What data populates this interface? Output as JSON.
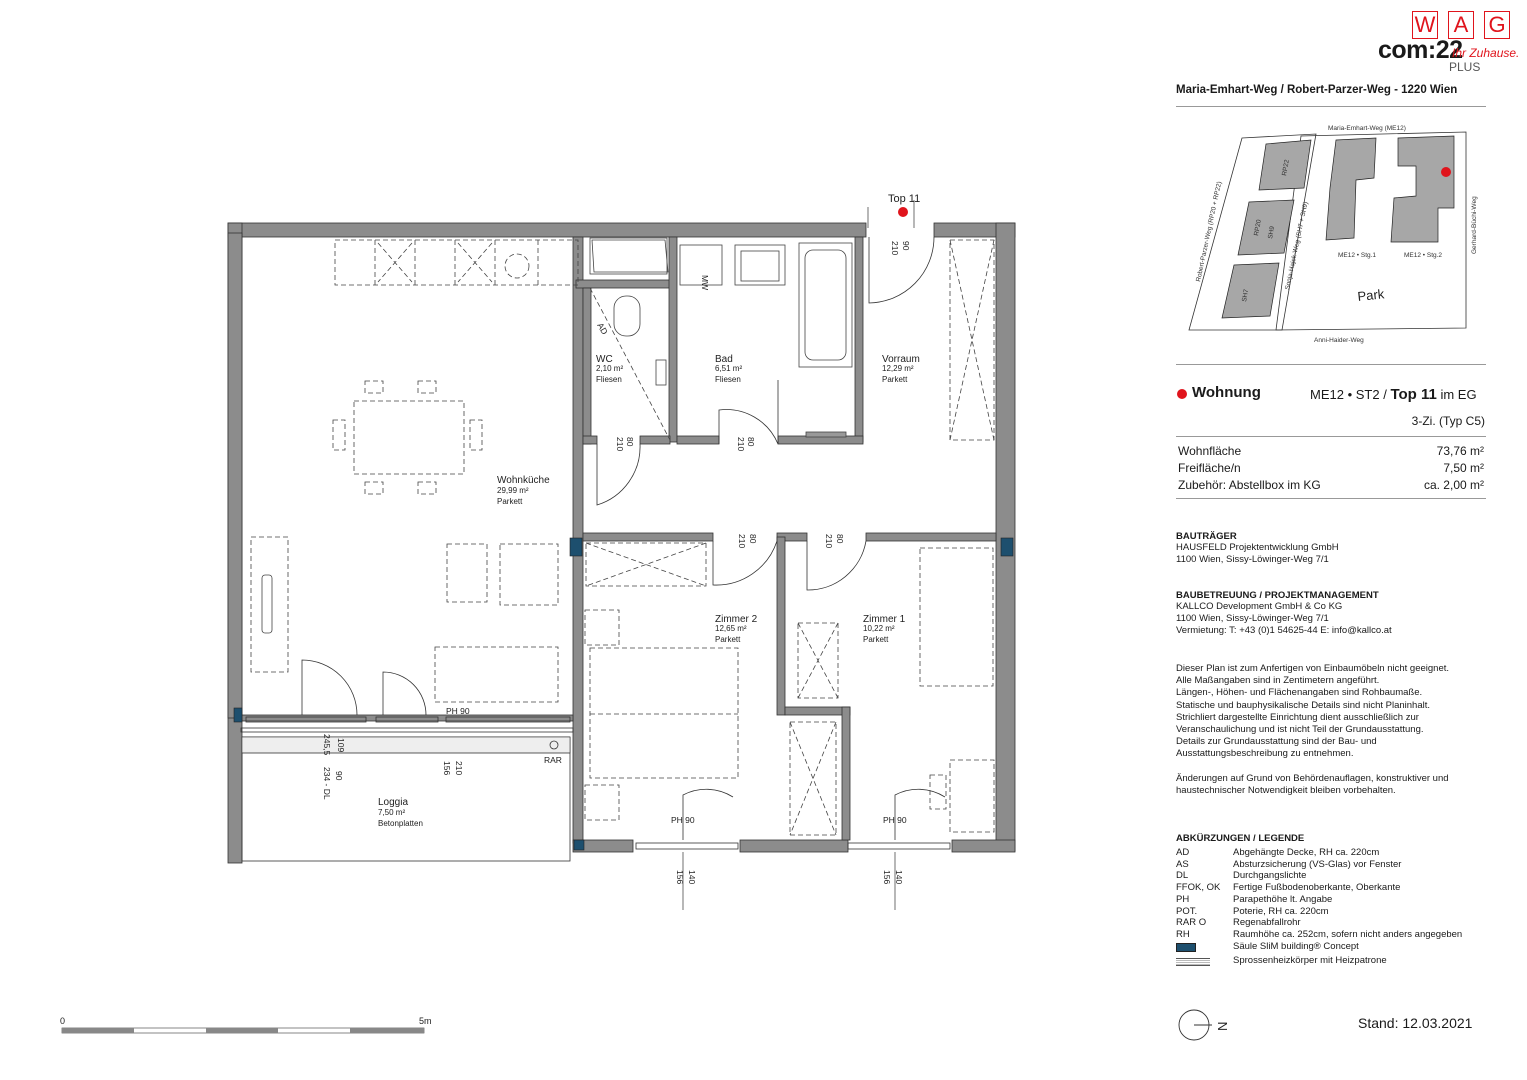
{
  "logo": {
    "letters": [
      "W",
      "A",
      "G"
    ],
    "brand": "com:22",
    "tag": "Ihr Zuhause.",
    "plus": "PLUS"
  },
  "header": {
    "address": "Maria-Emhart-Weg / Robert-Parzer-Weg - 1220 Wien"
  },
  "site_map": {
    "streets": {
      "top": "Maria-Emhart-Weg (ME12)",
      "left": "Robert-Parzer-Weg (RP20 + RP22)",
      "middle": "Sonja-Hajek-Weg (SH7 + SH9)",
      "right": "Gerhard-Büchi-Weg",
      "bottom": "Anni-Haider-Weg"
    },
    "blocks": [
      "RP22",
      "RP20",
      "SH9",
      "SH7"
    ],
    "stairs": [
      "ME12 • Stg.1",
      "ME12 • Stg.2"
    ],
    "park": "Park"
  },
  "unit": {
    "title": "Wohnung",
    "id_prefix": "ME12 • ST2 /",
    "id_top": "Top 11",
    "id_suffix": "im EG",
    "type": "3-Zi. (Typ C5)",
    "areas": [
      {
        "label": "Wohnfläche",
        "value": "73,76  m²"
      },
      {
        "label": "Freifläche/n",
        "value": "7,50  m²"
      },
      {
        "label": "Zubehör: Abstellbox im KG",
        "value": "ca. 2,00 m²"
      }
    ],
    "accent_color": "#e0141c"
  },
  "bautraeger": {
    "heading": "BAUTRÄGER",
    "lines": [
      "HAUSFELD Projektentwicklung GmbH",
      "1100 Wien, Sissy-Löwinger-Weg 7/1"
    ]
  },
  "baubetreuung": {
    "heading": "BAUBETREUUNG / PROJEKTMANAGEMENT",
    "lines": [
      "KALLCO Development GmbH & Co KG",
      "1100 Wien, Sissy-Löwinger-Weg 7/1",
      "Vermietung: T: +43 (0)1 54625-44   E: info@kallco.at"
    ]
  },
  "disclaimer": [
    "Dieser Plan ist zum Anfertigen von Einbaumöbeln nicht geeignet.",
    "Alle Maßangaben sind in Zentimetern angeführt.",
    "Längen-, Höhen- und Flächenangaben sind Rohbaumaße.",
    "Statische und bauphysikalische Details sind nicht Planinhalt.",
    "Strichliert dargestellte Einrichtung dient ausschließlich zur",
    "Veranschaulichung und ist nicht Teil der Grundausstattung.",
    "Details zur Grundausstattung sind der Bau- und",
    "Ausstattungsbeschreibung zu entnehmen.",
    "",
    "Änderungen auf Grund von Behördenauflagen, konstruktiver und",
    "haustechnischer Notwendigkeit bleiben vorbehalten."
  ],
  "legend": {
    "heading": "ABKÜRZUNGEN / LEGENDE",
    "items": [
      {
        "k": "AD",
        "v": "Abgehängte Decke, RH ca. 220cm"
      },
      {
        "k": "AS",
        "v": "Absturzsicherung (VS-Glas) vor Fenster"
      },
      {
        "k": "DL",
        "v": "Durchgangslichte"
      },
      {
        "k": "FFOK, OK",
        "v": "Fertige Fußbodenoberkante, Oberkante"
      },
      {
        "k": "PH",
        "v": "Parapethöhe lt. Angabe"
      },
      {
        "k": "POT.",
        "v": "Poterie, RH ca. 220cm"
      },
      {
        "k": "RAR O",
        "v": "Regenabfallrohr"
      },
      {
        "k": "RH",
        "v": "Raumhöhe ca. 252cm, sofern nicht anders angegeben"
      },
      {
        "k": "",
        "v": "Säule SliM building® Concept"
      },
      {
        "k": "",
        "v": "Sprossenheizkörper mit Heizpatrone"
      }
    ]
  },
  "stand": "Stand: 12.03.2021",
  "north": "N",
  "scale": {
    "start": "0",
    "end": "5m"
  },
  "plan": {
    "top_label": "Top 11",
    "rooms": [
      {
        "name": "WC",
        "area": "2,10 m²",
        "floor": "Fliesen"
      },
      {
        "name": "Bad",
        "area": "6,51 m²",
        "floor": "Fliesen"
      },
      {
        "name": "Vorraum",
        "area": "12,29 m²",
        "floor": "Parkett"
      },
      {
        "name": "Wohnküche",
        "area": "29,99 m²",
        "floor": "Parkett"
      },
      {
        "name": "Zimmer 2",
        "area": "12,65 m²",
        "floor": "Parkett"
      },
      {
        "name": "Zimmer 1",
        "area": "10,22 m²",
        "floor": "Parkett"
      },
      {
        "name": "Loggia",
        "area": "7,50 m²",
        "floor": "Betonplatten"
      }
    ],
    "labels": {
      "ad": "AD",
      "mw": "MW",
      "rar": "RAR",
      "ph90": "PH 90",
      "d210": "210",
      "d90": "90",
      "d80": "80",
      "d245": "245,5",
      "d109": "109",
      "d234": "234 - DL",
      "d90b": "90",
      "d156": "156",
      "d140": "140"
    }
  }
}
